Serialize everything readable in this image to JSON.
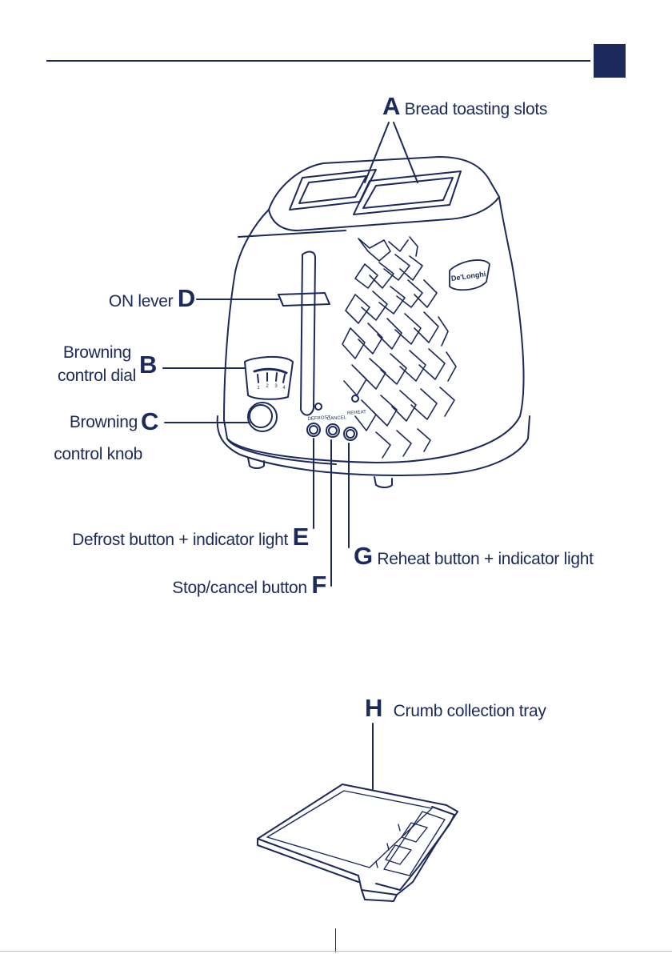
{
  "header": {
    "accent_color": "#1b2a5a"
  },
  "brand": {
    "logo_text": "De'Longhi"
  },
  "toaster": {
    "buttons": {
      "defrost": "DEFROST",
      "cancel": "CANCEL",
      "reheat": "REHEAT"
    },
    "dial_marks": [
      "1",
      "2",
      "3",
      "4"
    ]
  },
  "labels": {
    "A": {
      "letter": "A",
      "text": "Bread toasting slots"
    },
    "B": {
      "letter": "B",
      "line1": "Browning",
      "line2": "control dial"
    },
    "C": {
      "letter": "C",
      "line1": "Browning",
      "line2": "control knob"
    },
    "D": {
      "letter": "D",
      "text": "ON lever"
    },
    "E": {
      "letter": "E",
      "text": "Defrost button + indicator light"
    },
    "F": {
      "letter": "F",
      "text": "Stop/cancel button"
    },
    "G": {
      "letter": "G",
      "text": "Reheat button + indicator light"
    },
    "H": {
      "letter": "H",
      "text": "Crumb collection tray"
    }
  }
}
